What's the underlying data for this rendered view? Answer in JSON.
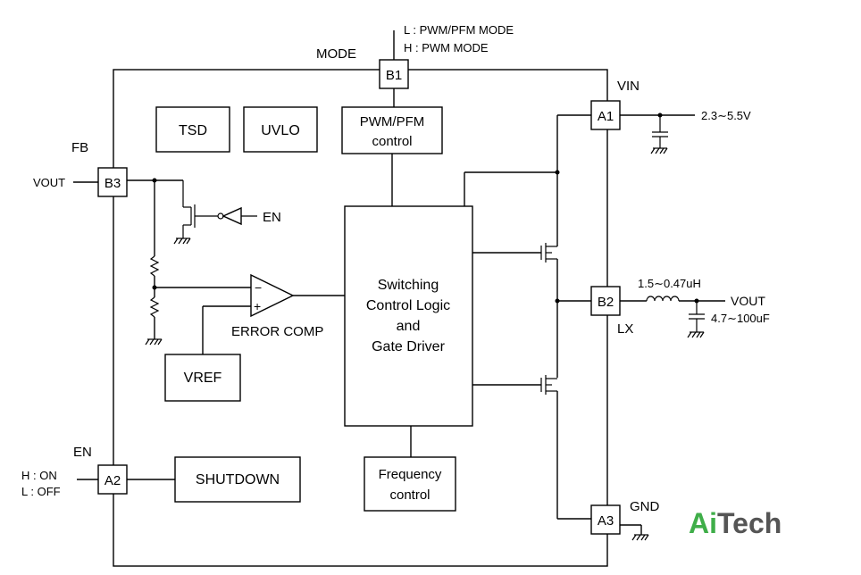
{
  "pins": {
    "mode": {
      "id": "B1",
      "label": "MODE",
      "note_l": "L :  PWM/PFM MODE",
      "note_h": "H :  PWM MODE"
    },
    "vin": {
      "id": "A1",
      "label": "VIN",
      "range": "2.3∼5.5V"
    },
    "fb": {
      "id": "B3",
      "label": "FB",
      "input": "VOUT"
    },
    "lx": {
      "id": "B2",
      "label": "LX",
      "inductor": "1.5∼0.47uH",
      "output": "VOUT",
      "capacitor": "4.7∼100uF"
    },
    "en": {
      "id": "A2",
      "label": "EN",
      "state_h": "H :  ON",
      "state_l": "L :  OFF"
    },
    "gnd": {
      "id": "A3",
      "label": "GND"
    }
  },
  "blocks": {
    "tsd": "TSD",
    "uvlo": "UVLO",
    "pwm_line1": "PWM/PFM",
    "pwm_line2": "control",
    "core_line1": "Switching",
    "core_line2": "Control Logic",
    "core_line3": "and",
    "core_line4": "Gate Driver",
    "vref": "VREF",
    "shutdown": "SHUTDOWN",
    "freq_line1": "Frequency",
    "freq_line2": "control",
    "comparator": "ERROR COMP",
    "en_signal": "EN"
  },
  "brand": {
    "prefix": "Ai",
    "suffix": "Tech",
    "prefix_color": "#3fae49",
    "suffix_color": "#555555"
  }
}
